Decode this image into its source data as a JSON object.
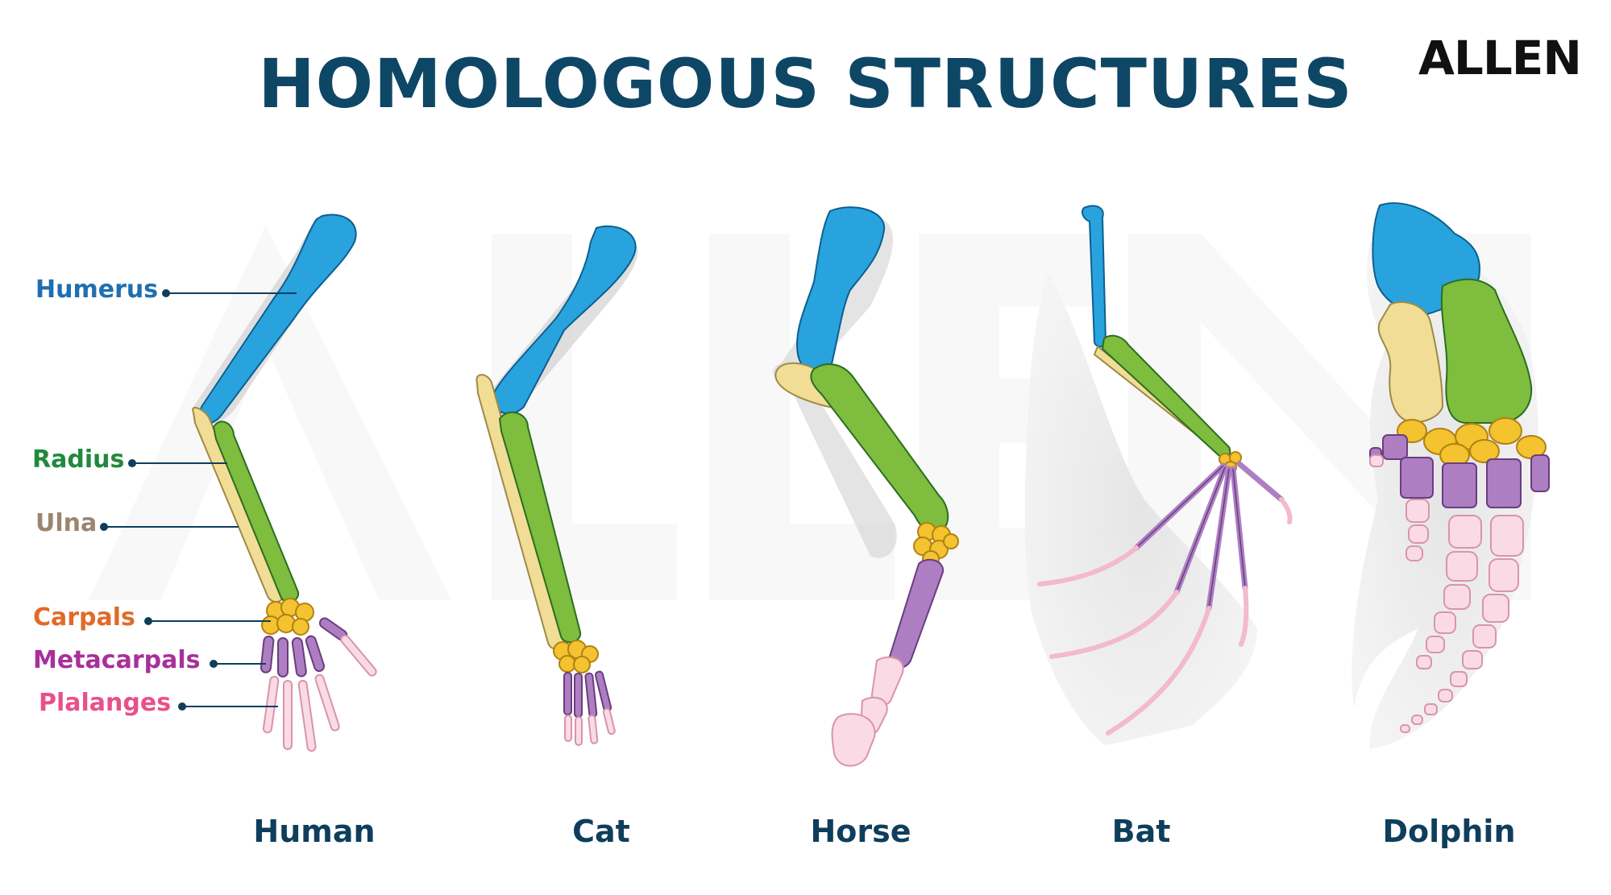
{
  "title": "HOMOLOGOUS STRUCTURES",
  "brand": "ALLEN",
  "bones": [
    {
      "key": "humerus",
      "label": "Humerus",
      "color": "#1f6fb0"
    },
    {
      "key": "radius",
      "label": "Radius",
      "color": "#1f8a3c"
    },
    {
      "key": "ulna",
      "label": "Ulna",
      "color": "#9a8570"
    },
    {
      "key": "carpals",
      "label": "Carpals",
      "color": "#e06a2a"
    },
    {
      "key": "metacarpals",
      "label": "Metacarpals",
      "color": "#a8309a"
    },
    {
      "key": "phalanges",
      "label": "Plalanges",
      "color": "#e8508a"
    }
  ],
  "animals": [
    "Human",
    "Cat",
    "Horse",
    "Bat",
    "Dolphin"
  ],
  "palette": {
    "humerus_fill": "#29a3de",
    "radius_fill": "#7ebd3d",
    "ulna_fill": "#f2dd96",
    "carpal_fill": "#f5c230",
    "metacarpal_fill": "#ad7fc2",
    "phalange_fill": "#fadbe5",
    "title": "#0e4666"
  }
}
